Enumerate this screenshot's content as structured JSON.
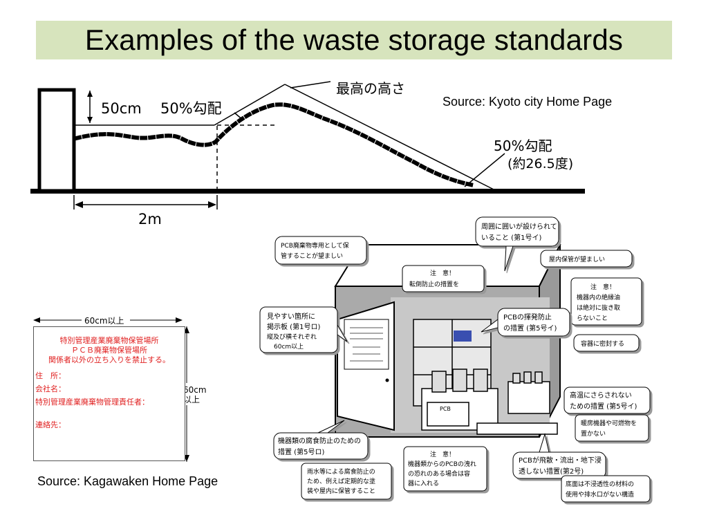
{
  "slide": {
    "title": "Examples of the waste storage standards"
  },
  "captions": {
    "source_kyoto": "Source: Kyoto city Home Page",
    "source_kagawa": "Source: Kagawaken Home Page"
  },
  "pile_diagram": {
    "height_label": "50cm",
    "slope_left": "50%勾配",
    "max_height": "最高の高さ",
    "slope_right": "50%勾配",
    "slope_right_angle": "(約26.5度)",
    "distance": "2m"
  },
  "sign": {
    "width_label": "60cm以上",
    "height_label_1": "60cm",
    "height_label_2": "以上",
    "line1": "特別管理産業廃棄物保管場所",
    "line2": "ＰＣＢ廃棄物保管場所",
    "line3": "関係者以外の立ち入りを禁止する。",
    "address": "住　所：",
    "company": "会社名：",
    "manager": "特別管理産業廃棄物管理責任者：",
    "contact": "連絡先："
  },
  "facility": {
    "fence": [
      "周囲に囲いが設けられて",
      "いること (第1号イ)"
    ],
    "pcb_dedicated": [
      "PCB廃棄物専用として保",
      "管することが望ましい"
    ],
    "indoor": "屋内保管が望ましい",
    "fall_prevention": [
      "注　意！",
      "転倒防止の措置を"
    ],
    "insulating_oil": [
      "注　意！",
      "機器内の絶縁油",
      "は絶対に抜き取",
      "らないこと"
    ],
    "signboard": [
      "見やすい箇所に",
      "掲示板 (第1号ロ)",
      "縦及び横それぞれ",
      "60cm以上"
    ],
    "evaporation": [
      "PCBの揮発防止",
      "の措置 (第5号イ)"
    ],
    "sealed": "容器に密封する",
    "high_temp": [
      "高温にさらされない",
      "ための措置 (第5号イ)"
    ],
    "heaters": [
      "暖房機器や可燃物を",
      "置かない"
    ],
    "corrosion": [
      "機器類の腐食防止のための",
      "措置 (第5号ロ)"
    ],
    "leak_warning": [
      "注　意！",
      "機器類からのPCBの洩れ",
      "の恐れのある場合は容",
      "器に入れる"
    ],
    "scatter": [
      "PCBが飛散・流出・地下浸",
      "透しない措置(第2号)"
    ],
    "rain": [
      "雨水等による腐食防止の",
      "ため、例えば定期的な塗",
      "装や屋内に保管すること"
    ],
    "floor": [
      "底面は不浸透性の材料の",
      "使用や排水口がない構造"
    ],
    "pcb_label": "PCB"
  }
}
